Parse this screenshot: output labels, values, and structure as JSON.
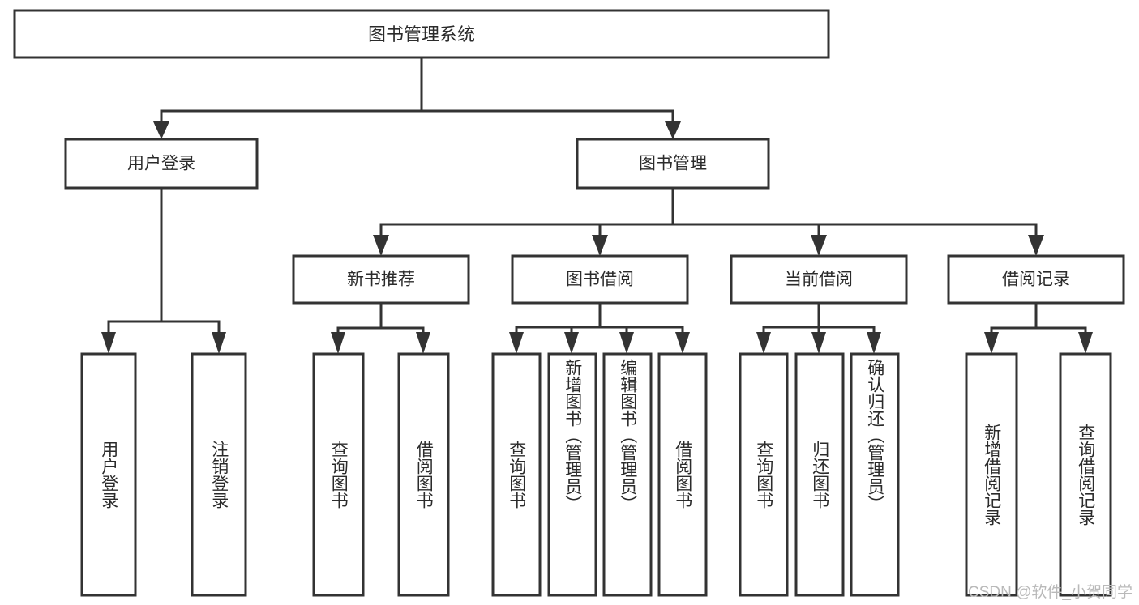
{
  "diagram": {
    "type": "hierarchy-tree",
    "title": "图书管理系统",
    "root": {
      "id": "root",
      "label": "图书管理系统"
    },
    "level2": [
      {
        "id": "user-login",
        "label": "用户登录"
      },
      {
        "id": "book-manage",
        "label": "图书管理"
      }
    ],
    "level3": [
      {
        "id": "new-book-rec",
        "label": "新书推荐",
        "parent": "book-manage"
      },
      {
        "id": "book-borrow",
        "label": "图书借阅",
        "parent": "book-manage"
      },
      {
        "id": "current-borrow",
        "label": "当前借阅",
        "parent": "book-manage"
      },
      {
        "id": "borrow-record",
        "label": "借阅记录",
        "parent": "book-manage"
      }
    ],
    "leaves": [
      {
        "id": "leaf-user-login",
        "label": "用户登录",
        "parent": "user-login"
      },
      {
        "id": "leaf-logout",
        "label": "注销登录",
        "parent": "user-login"
      },
      {
        "id": "leaf-query-book-1",
        "label": "查询图书",
        "parent": "new-book-rec"
      },
      {
        "id": "leaf-borrow-book-1",
        "label": "借阅图书",
        "parent": "new-book-rec"
      },
      {
        "id": "leaf-query-book-2",
        "label": "查询图书",
        "parent": "book-borrow"
      },
      {
        "id": "leaf-add-book",
        "label": "新增图书（管理员）",
        "parent": "book-borrow"
      },
      {
        "id": "leaf-edit-book",
        "label": "编辑图书（管理员）",
        "parent": "book-borrow"
      },
      {
        "id": "leaf-borrow-book-2",
        "label": "借阅图书",
        "parent": "book-borrow"
      },
      {
        "id": "leaf-query-book-3",
        "label": "查询图书",
        "parent": "current-borrow"
      },
      {
        "id": "leaf-return-book",
        "label": "归还图书",
        "parent": "current-borrow"
      },
      {
        "id": "leaf-confirm-return",
        "label": "确认归还（管理员）",
        "parent": "current-borrow"
      },
      {
        "id": "leaf-add-record",
        "label": "新增借阅记录",
        "parent": "borrow-record"
      },
      {
        "id": "leaf-query-record",
        "label": "查询借阅记录",
        "parent": "borrow-record"
      }
    ],
    "colors": {
      "stroke": "#333333",
      "fill": "#ffffff",
      "text": "#2b2b2b",
      "watermark": "#b9b9b9"
    }
  },
  "watermark": {
    "text": "CSDN @软件_小贺同学"
  }
}
